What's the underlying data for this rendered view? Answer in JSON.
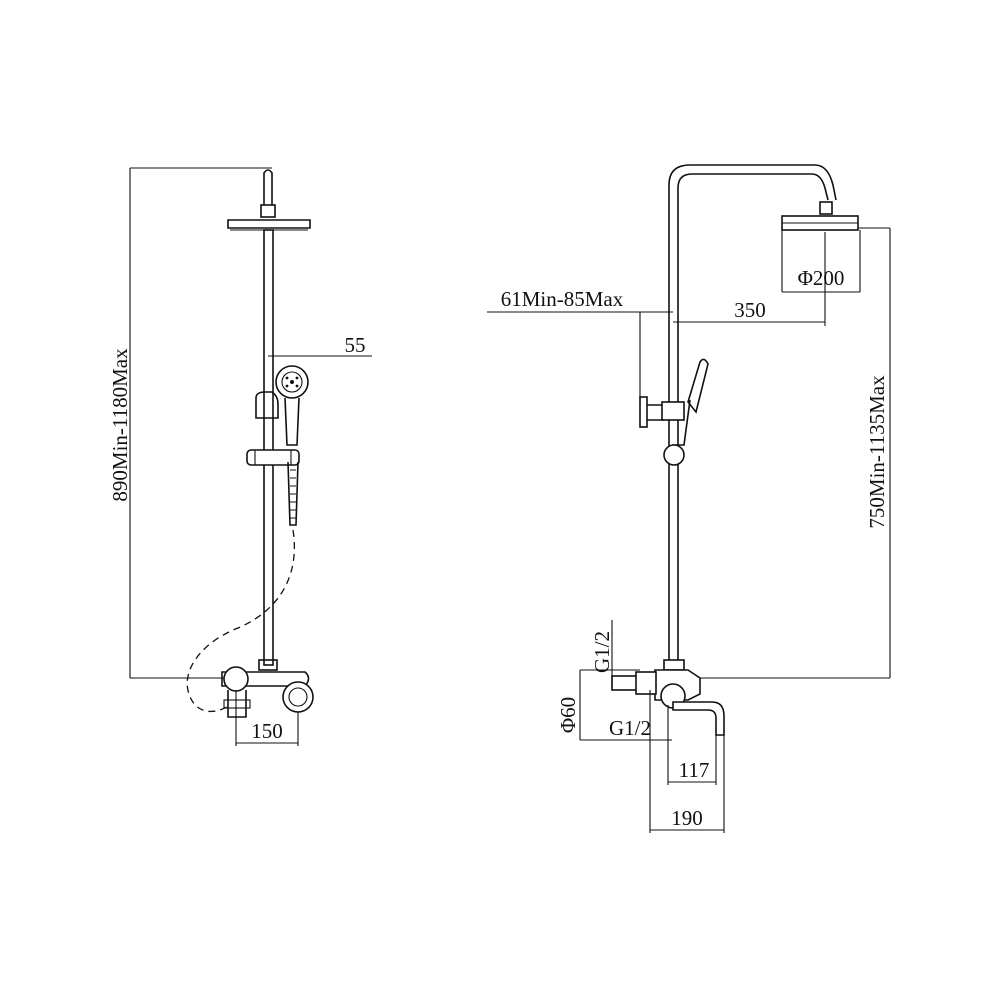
{
  "dimensions": {
    "front_height": "890Min-1180Max",
    "handshower_offset": "55",
    "front_width": "150",
    "side_projection": "61Min-85Max",
    "arm_length": "350",
    "head_diameter": "Φ200",
    "side_height": "750Min-1135Max",
    "inlet_thread_top": "G1/2",
    "body_diameter": "Φ60",
    "inlet_thread_bottom": "G1/2",
    "spout_length": "117",
    "total_depth": "190"
  },
  "colors": {
    "line": "#111111",
    "background": "#ffffff"
  }
}
